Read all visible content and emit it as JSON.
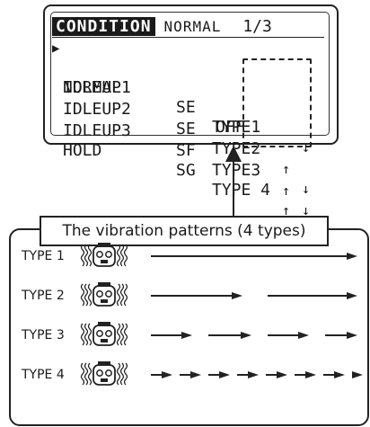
{
  "screen": {
    "title": "CONDITION",
    "current_condition": "NORMAL",
    "page": "1/3",
    "rows": [
      {
        "name": "NORMAL",
        "switch": "",
        "type": "OFF",
        "selected": true
      },
      {
        "name": "IDLEUP1",
        "switch": "SE",
        "type": "TYPE1",
        "selected": false
      },
      {
        "name": "IDLEUP2",
        "switch": "SE",
        "type": "TYPE2",
        "selected": false
      },
      {
        "name": "IDLEUP3",
        "switch": "SF",
        "type": "TYPE3",
        "selected": false
      },
      {
        "name": "HOLD",
        "switch": "SG",
        "type": "TYPE 4",
        "selected": false
      }
    ]
  },
  "panel": {
    "title": "The vibration patterns (4 types)",
    "patterns": [
      {
        "label": "TYPE 1",
        "pattern": "continuous"
      },
      {
        "label": "TYPE 2",
        "pattern": "long-pulses"
      },
      {
        "label": "TYPE 3",
        "pattern": "medium-pulses"
      },
      {
        "label": "TYPE 4",
        "pattern": "short-pulses"
      }
    ]
  },
  "icons": {
    "cursor": "cursor-triangle-icon",
    "transmitter": "vibrating-transmitter-icon",
    "arrow_up": "arrow-up-icon",
    "arrow_down": "arrow-down-icon"
  }
}
